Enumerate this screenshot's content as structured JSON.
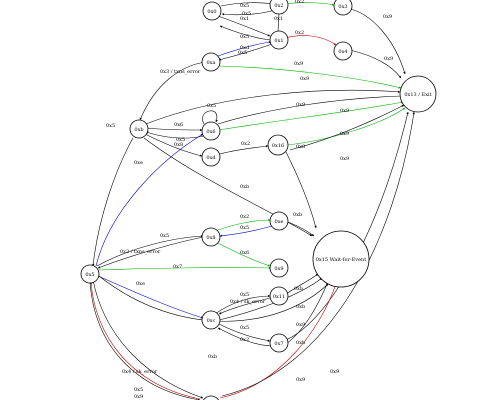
{
  "colors": {
    "black": "#000000",
    "green": "#00b000",
    "red": "#cc0000",
    "blue": "#0000cc"
  },
  "nodes": [
    {
      "id": "0x0",
      "label": "0x0"
    },
    {
      "id": "0x1",
      "label": "0x1"
    },
    {
      "id": "0x2",
      "label": "0x2"
    },
    {
      "id": "0x3",
      "label": "0x3"
    },
    {
      "id": "0x4",
      "label": "0x4"
    },
    {
      "id": "0xa",
      "label": "0xa"
    },
    {
      "id": "0xb",
      "label": "0xb"
    },
    {
      "id": "0x6",
      "label": "0x6"
    },
    {
      "id": "0xd",
      "label": "0xd"
    },
    {
      "id": "0x16",
      "label": "0x16"
    },
    {
      "id": "0x13",
      "label": "0x13 / Exit"
    },
    {
      "id": "0x8",
      "label": "0x8"
    },
    {
      "id": "0xe",
      "label": "0xe"
    },
    {
      "id": "0x9",
      "label": "0x9"
    },
    {
      "id": "0x15",
      "label": "0x15 Wait-for-Event"
    },
    {
      "id": "0x5",
      "label": "0x5"
    },
    {
      "id": "0x11",
      "label": "0x11"
    },
    {
      "id": "0xc",
      "label": "0xc"
    },
    {
      "id": "0x7",
      "label": "0x7"
    },
    {
      "id": "0xbot",
      "label": ""
    }
  ],
  "edges": [
    {
      "id": "e1",
      "label": "0x5",
      "color": "black"
    },
    {
      "id": "e2",
      "label": "0x1",
      "color": "black"
    },
    {
      "id": "e3",
      "label": "0x2",
      "color": "green"
    },
    {
      "id": "e4",
      "label": "0x5",
      "color": "black"
    },
    {
      "id": "e5",
      "label": "0x9",
      "color": "black"
    },
    {
      "id": "e6",
      "label": "0x5",
      "color": "black"
    },
    {
      "id": "e7",
      "label": "0x1",
      "color": "black"
    },
    {
      "id": "e8",
      "label": "0x2",
      "color": "red"
    },
    {
      "id": "e9",
      "label": "0x9",
      "color": "black"
    },
    {
      "id": "e10",
      "label": "0x5",
      "color": "black"
    },
    {
      "id": "e11",
      "label": "0x3 / txns_error",
      "color": "black"
    },
    {
      "id": "e12",
      "label": "0xd",
      "color": "blue"
    },
    {
      "id": "e13",
      "label": "0x9",
      "color": "green"
    },
    {
      "id": "e14",
      "label": "0x9",
      "color": "black"
    },
    {
      "id": "e15",
      "label": "0x5",
      "color": "black"
    },
    {
      "id": "e16",
      "label": "0x6",
      "color": "black"
    },
    {
      "id": "e17",
      "label": "0x8",
      "color": "black"
    },
    {
      "id": "e18",
      "label": "0x9",
      "color": "black"
    },
    {
      "id": "e19",
      "label": "0x5",
      "color": "black"
    },
    {
      "id": "e20",
      "label": "0x9",
      "color": "green"
    },
    {
      "id": "e21",
      "label": "0x5",
      "color": "black"
    },
    {
      "id": "e22",
      "label": "0x2",
      "color": "black"
    },
    {
      "id": "e23",
      "label": "0x9",
      "color": "green"
    },
    {
      "id": "e24",
      "label": "0x8",
      "color": "black"
    },
    {
      "id": "e25",
      "label": "0x9",
      "color": "black"
    },
    {
      "id": "e26",
      "label": "0xe",
      "color": "blue"
    },
    {
      "id": "e27",
      "label": "0xb",
      "color": "black"
    },
    {
      "id": "e28",
      "label": "0x5",
      "color": "black"
    },
    {
      "id": "e29",
      "label": "0x2",
      "color": "green"
    },
    {
      "id": "e30",
      "label": "0xb",
      "color": "black"
    },
    {
      "id": "e31",
      "label": "0x5",
      "color": "blue"
    },
    {
      "id": "e32",
      "label": "0x3 / txns_error",
      "color": "black"
    },
    {
      "id": "e33",
      "label": "0x6",
      "color": "green"
    },
    {
      "id": "e34",
      "label": "0x7",
      "color": "green"
    },
    {
      "id": "e35",
      "label": "0xe",
      "color": "blue"
    },
    {
      "id": "e36",
      "label": "0x4 / sk_error",
      "color": "black"
    },
    {
      "id": "e37",
      "label": "0x5",
      "color": "black"
    },
    {
      "id": "e38",
      "label": "0x5",
      "color": "black"
    },
    {
      "id": "e39",
      "label": "0x2",
      "color": "black"
    },
    {
      "id": "e40",
      "label": "0xb",
      "color": "black"
    },
    {
      "id": "e41",
      "label": "0xb",
      "color": "black"
    },
    {
      "id": "e42",
      "label": "0x9",
      "color": "black"
    },
    {
      "id": "e43",
      "label": "0xb",
      "color": "black"
    },
    {
      "id": "e44",
      "label": "0x4 / sk_error",
      "color": "black"
    },
    {
      "id": "e45",
      "label": "0x5",
      "color": "black"
    },
    {
      "id": "e46",
      "label": "0x9",
      "color": "red"
    },
    {
      "id": "e47",
      "label": "0xb",
      "color": "black"
    },
    {
      "id": "e48",
      "label": "0x9",
      "color": "red"
    },
    {
      "id": "e49",
      "label": "0x9",
      "color": "black"
    }
  ]
}
